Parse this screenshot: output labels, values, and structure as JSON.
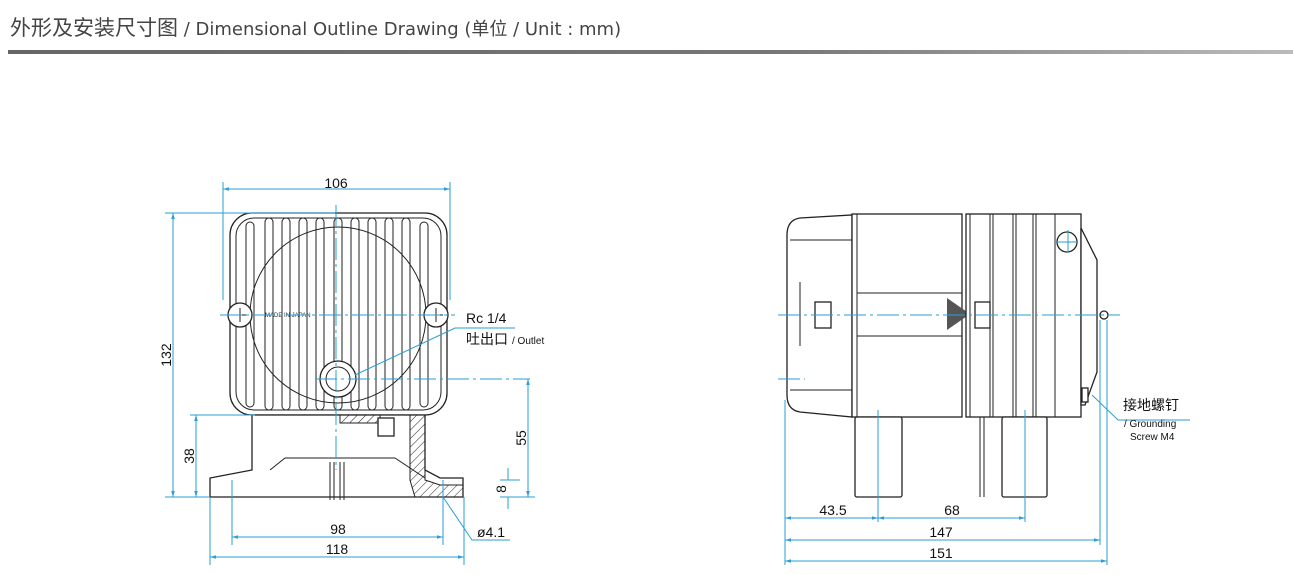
{
  "header": {
    "title_cn": "外形及安装尺寸图",
    "title_en": " / Dimensional Outline Drawing (单位 / Unit : mm)"
  },
  "front_view": {
    "dims": {
      "width": "106",
      "height": "132",
      "base_height": "38",
      "outlet_height": "55",
      "foot_thickness": "8",
      "hole_pitch": "98",
      "base_width": "118",
      "hole_dia": "ø4.1"
    },
    "outlet_thread": "Rc 1/4",
    "outlet_label_cn": "吐出口",
    "outlet_label_en": "/ Outlet",
    "marking": "MADE IN JAPAN"
  },
  "side_view": {
    "dims": {
      "foot_offset": "43.5",
      "foot_pitch": "68",
      "body_length": "147",
      "overall_length": "151"
    },
    "ground_label_cn": "接地螺钉",
    "ground_label_en1": "/ Grounding",
    "ground_label_en2": "Screw M4"
  },
  "colors": {
    "dimension": "#2a9fd6",
    "outline": "#222222"
  }
}
